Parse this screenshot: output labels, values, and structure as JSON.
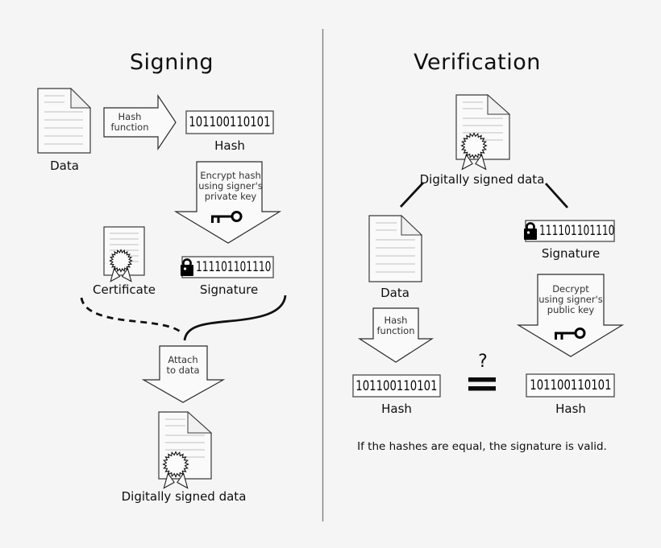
{
  "colors": {
    "background": "#f5f5f5",
    "ink": "#111111",
    "doc_line": "#c0c0c0",
    "divider": "#808080"
  },
  "signing": {
    "title": "Signing",
    "data_label": "Data",
    "hash_arrow_lines": [
      "Hash",
      "function"
    ],
    "hash_value": "101100110101",
    "hash_label": "Hash",
    "encrypt_arrow_lines": [
      "Encrypt hash",
      "using signer's",
      "private key"
    ],
    "certificate_label": "Certificate",
    "signature_value": "111101101110",
    "signature_label": "Signature",
    "attach_arrow_lines": [
      "Attach",
      "to data"
    ],
    "signed_data_label": "Digitally signed data"
  },
  "verification": {
    "title": "Verification",
    "signed_data_label": "Digitally signed data",
    "data_label": "Data",
    "signature_value": "111101101110",
    "signature_label": "Signature",
    "hash_arrow_lines": [
      "Hash",
      "function"
    ],
    "decrypt_arrow_lines": [
      "Decrypt",
      "using signer's",
      "public key"
    ],
    "hash_left_value": "101100110101",
    "hash_left_label": "Hash",
    "hash_right_value": "101100110101",
    "hash_right_label": "Hash",
    "question_mark": "?",
    "conclusion": "If the hashes are equal, the signature is valid."
  }
}
